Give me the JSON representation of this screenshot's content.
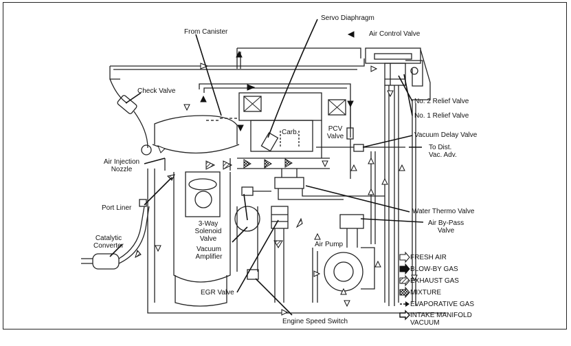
{
  "labels": {
    "servo_diaphragm": "Servo Diaphragm",
    "air_control_valve": "Air Control Valve",
    "from_canister": "From Canister",
    "check_valve": "Check Valve",
    "no2_relief_valve": "No. 2 Relief Valve",
    "no1_relief_valve": "No. 1 Relief Valve",
    "vacuum_delay_valve": "Vacuum Delay Valve",
    "to_dist_line1": "To Dist.",
    "to_dist_line2": "Vac. Adv.",
    "carb": "Carb.",
    "pcv_line1": "PCV",
    "pcv_line2": "Valve",
    "air_injection_line1": "Air Injection",
    "air_injection_line2": "Nozzle",
    "port_liner": "Port Liner",
    "water_thermo_valve": "Water Thermo Valve",
    "three_way_line1": "3-Way",
    "three_way_line2": "Solenoid",
    "three_way_line3": "Valve",
    "air_bypass_line1": "Air By-Pass",
    "air_bypass_line2": "Valve",
    "catalytic_line1": "Catalytic",
    "catalytic_line2": "Converter",
    "vacuum_amp_line1": "Vacuum",
    "vacuum_amp_line2": "Amplifier",
    "air_pump": "Air Pump",
    "egr_valve": "EGR Valve",
    "engine_speed_switch": "Engine Speed Switch"
  },
  "legend": [
    {
      "label": "FRESH AIR",
      "icon": "open-arrow-icon"
    },
    {
      "label": "BLOW-BY GAS",
      "icon": "solid-arrow-icon"
    },
    {
      "label": "EXHAUST GAS",
      "icon": "hatched-arrow-icon"
    },
    {
      "label": "MIXTURE",
      "icon": "crosshatch-arrow-icon"
    },
    {
      "label": "EVAPORATIVE GAS",
      "icon": "dashed-arrow-icon"
    },
    {
      "label": "INTAKE MANIFOLD",
      "icon": "outline-arrow-icon"
    },
    {
      "label": "VACUUM",
      "icon": ""
    }
  ]
}
